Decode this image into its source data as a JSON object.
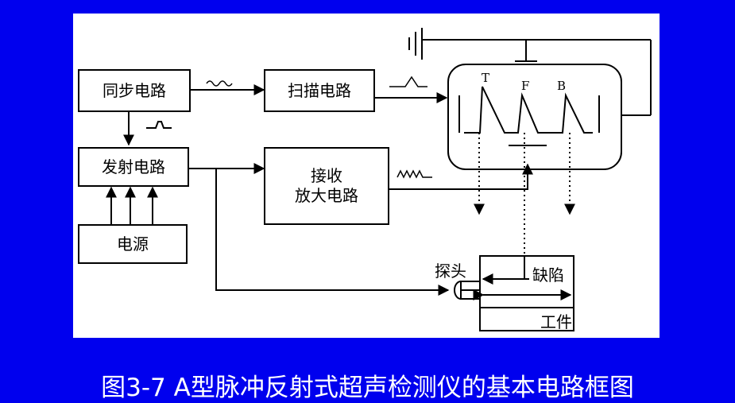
{
  "diagram": {
    "blocks": {
      "sync": "同步电路",
      "sweep": "扫描电路",
      "transmit": "发射电路",
      "receive_line1": "接收",
      "receive_line2": "放大电路",
      "power": "电源"
    },
    "screen_marks": {
      "t": "T",
      "f": "F",
      "b": "B"
    },
    "labels": {
      "probe": "探头",
      "defect": "缺陷",
      "workpiece": "工件"
    }
  },
  "caption": "图3-7  A型脉冲反射式超声检测仪的基本电路框图"
}
